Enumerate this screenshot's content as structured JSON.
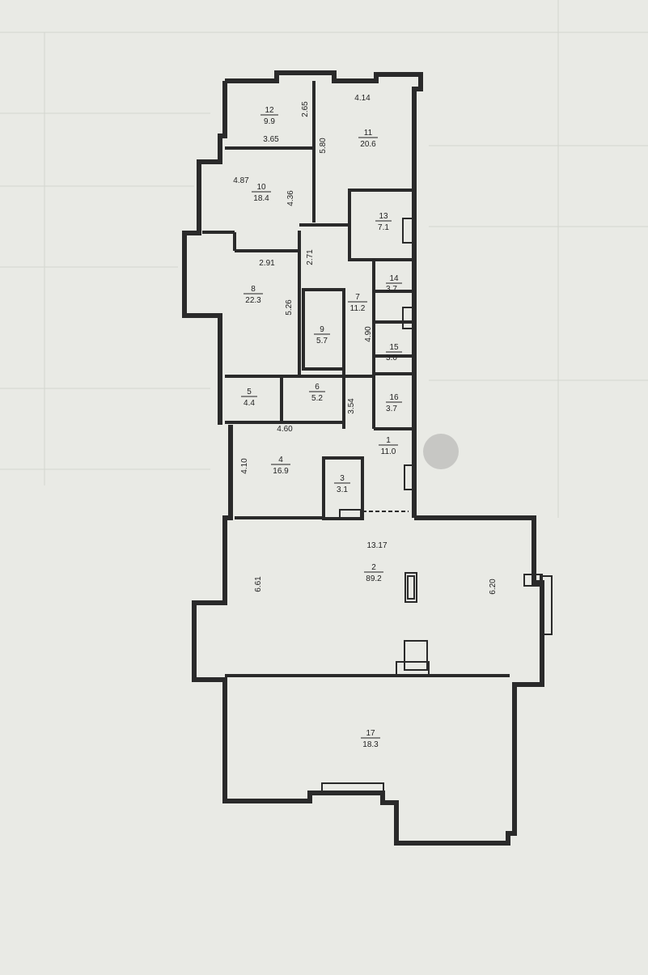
{
  "plan": {
    "rooms": [
      {
        "id": "room-12",
        "number": "12",
        "area": "9.9"
      },
      {
        "id": "room-11",
        "number": "11",
        "area": "20.6"
      },
      {
        "id": "room-10",
        "number": "10",
        "area": "18.4"
      },
      {
        "id": "room-13",
        "number": "13",
        "area": "7.1"
      },
      {
        "id": "room-8",
        "number": "8",
        "area": "22.3"
      },
      {
        "id": "room-14",
        "number": "14",
        "area": "3.7"
      },
      {
        "id": "room-7",
        "number": "7",
        "area": "11.2"
      },
      {
        "id": "room-9",
        "number": "9",
        "area": "5.7"
      },
      {
        "id": "room-15",
        "number": "15",
        "area": "3.0"
      },
      {
        "id": "room-5",
        "number": "5",
        "area": "4.4"
      },
      {
        "id": "room-6",
        "number": "6",
        "area": "5.2"
      },
      {
        "id": "room-16",
        "number": "16",
        "area": "3.7"
      },
      {
        "id": "room-1",
        "number": "1",
        "area": "11.0"
      },
      {
        "id": "room-4",
        "number": "4",
        "area": "16.9"
      },
      {
        "id": "room-3",
        "number": "3",
        "area": "3.1"
      },
      {
        "id": "room-2",
        "number": "2",
        "area": "89.2"
      },
      {
        "id": "room-17",
        "number": "17",
        "area": "18.3"
      }
    ],
    "dimensions": [
      {
        "id": "dim-4-14",
        "value": "4.14"
      },
      {
        "id": "dim-2-65",
        "value": "2.65"
      },
      {
        "id": "dim-3-65",
        "value": "3.65"
      },
      {
        "id": "dim-5-80",
        "value": "5.80"
      },
      {
        "id": "dim-4-87",
        "value": "4.87"
      },
      {
        "id": "dim-4-36",
        "value": "4.36"
      },
      {
        "id": "dim-2-91",
        "value": "2.91"
      },
      {
        "id": "dim-2-71",
        "value": "2.71"
      },
      {
        "id": "dim-5-26",
        "value": "5.26"
      },
      {
        "id": "dim-4-90",
        "value": "4.90"
      },
      {
        "id": "dim-4-60",
        "value": "4.60"
      },
      {
        "id": "dim-3-54",
        "value": "3.54"
      },
      {
        "id": "dim-4-10",
        "value": "4.10"
      },
      {
        "id": "dim-13-17",
        "value": "13.17"
      },
      {
        "id": "dim-6-61",
        "value": "6.61"
      },
      {
        "id": "dim-6-20",
        "value": "6.20"
      }
    ]
  }
}
